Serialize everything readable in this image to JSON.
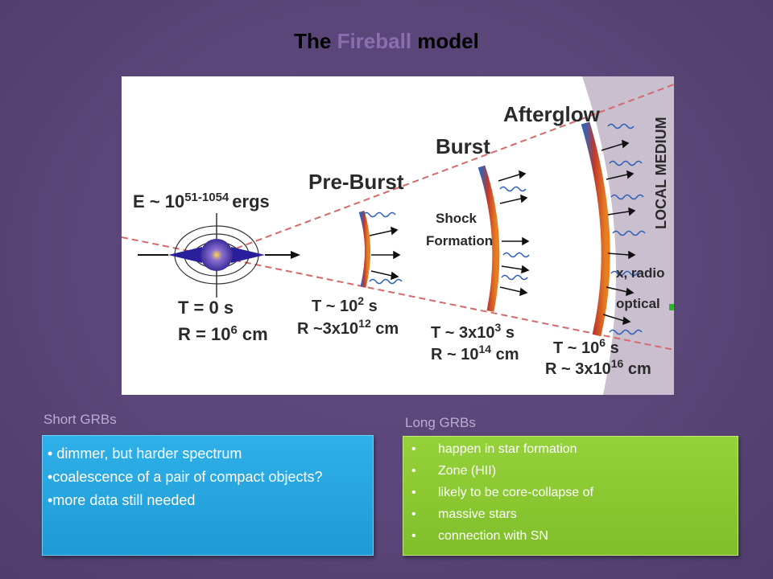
{
  "title": {
    "part1": "The",
    "accent": "Fireball",
    "part2": "model"
  },
  "figure": {
    "energy": "E ~ 10",
    "energy_exp": "51-10",
    "energy_exp2": "54",
    "energy_unit": "ergs",
    "stages": [
      "Pre-Burst",
      "Burst",
      "Afterglow"
    ],
    "shock_label": [
      "Shock",
      "Formation"
    ],
    "local_medium": "LOCAL MEDIUM",
    "emission": [
      "x, radio",
      "optical"
    ],
    "t0": {
      "T": "T = 0 s",
      "R_pre": "R = 10",
      "R_exp": "6",
      "R_unit": " cm"
    },
    "t1": {
      "T_pre": "T ~ 10",
      "T_exp": "2",
      "T_unit": " s",
      "R_pre": "R ~3x10",
      "R_exp": "12",
      "R_unit": " cm"
    },
    "t2": {
      "T_pre": "T ~ 3x10",
      "T_exp": "3",
      "T_unit": " s",
      "R_pre": "R ~ 10",
      "R_exp": "14",
      "R_unit": " cm"
    },
    "t3": {
      "T_pre": "T ~ 10",
      "T_exp": "6",
      "T_unit": " s",
      "R_pre": "R ~ 3x10",
      "R_exp": "16",
      "R_unit": " cm"
    }
  },
  "short_grbs": {
    "label": "Short GRBs",
    "items": [
      "dimmer, but harder spectrum",
      "coalescence of a pair of compact objects?",
      "more data still needed"
    ]
  },
  "long_grbs": {
    "label": "Long GRBs",
    "items": [
      "happen in star formation",
      "Zone (HII)",
      "likely to be core-collapse of",
      "massive stars",
      "connection with SN"
    ]
  },
  "colors": {
    "background": "#5a4678",
    "blue_box": "#29a8e0",
    "green_box": "#8cc63f",
    "accent": "#8a6fb0"
  }
}
